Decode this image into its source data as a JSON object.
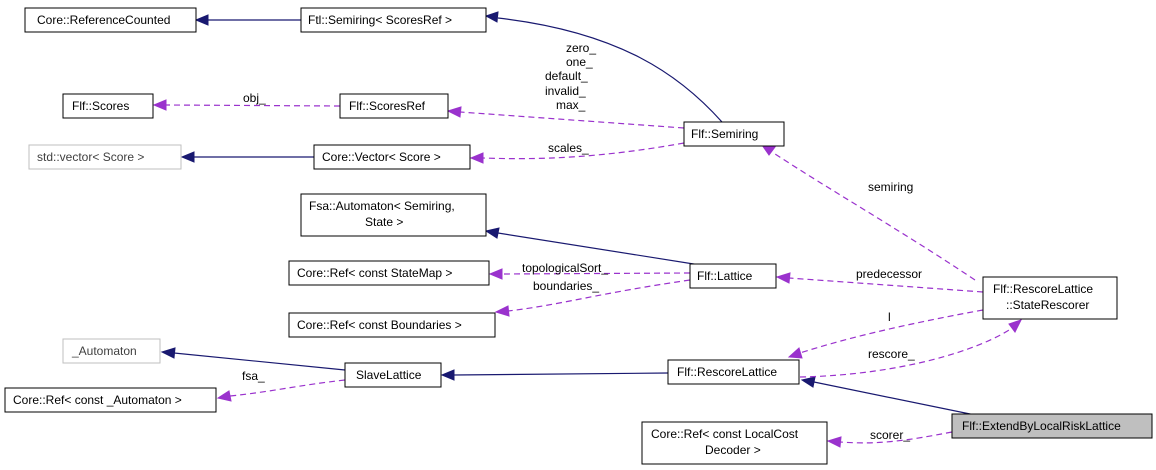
{
  "nodes": {
    "core_refcounted": [
      "Core::ReferenceCounted"
    ],
    "ftl_semiring": [
      "Ftl::Semiring< ScoresRef >"
    ],
    "flf_scores": [
      "Flf::Scores"
    ],
    "flf_scoresref": [
      "Flf::ScoresRef"
    ],
    "std_vector": [
      "std::vector< Score >"
    ],
    "core_vector": [
      "Core::Vector< Score >"
    ],
    "flf_semiring": [
      "Flf::Semiring"
    ],
    "fsa_automaton": [
      "Fsa::Automaton< Semiring,",
      "State >"
    ],
    "core_ref_statemap": [
      "Core::Ref< const StateMap >"
    ],
    "flf_lattice": [
      "Flf::Lattice"
    ],
    "core_ref_boundaries": [
      "Core::Ref< const Boundaries >"
    ],
    "automaton": [
      "_Automaton"
    ],
    "slavelattice": [
      "SlaveLattice"
    ],
    "core_ref_automaton": [
      "Core::Ref< const _Automaton >"
    ],
    "flf_rescorelattice": [
      "Flf::RescoreLattice"
    ],
    "state_rescorer": [
      "Flf::RescoreLattice",
      "::StateRescorer"
    ],
    "core_ref_localcost": [
      "Core::Ref< const LocalCost",
      "Decoder >"
    ],
    "extend_by_local_risk": [
      "Flf::ExtendByLocalRiskLattice"
    ]
  },
  "edge_labels": {
    "scoresref_members": [
      "zero_",
      "one_",
      "default_",
      "invalid_",
      "max_"
    ],
    "obj": "obj_",
    "scales": "scales_",
    "semiring": "semiring",
    "topological_sort": "topologicalSort_",
    "boundaries": "boundaries_",
    "predecessor": "predecessor",
    "l": "l",
    "rescore": "rescore_",
    "fsa": "fsa_",
    "scorer": "scorer_"
  },
  "colors": {
    "inheritance": "#191970",
    "usage": "#9a32cd",
    "highlight_fill": "#bfbfbf",
    "external_border": "#bfbfbf"
  }
}
